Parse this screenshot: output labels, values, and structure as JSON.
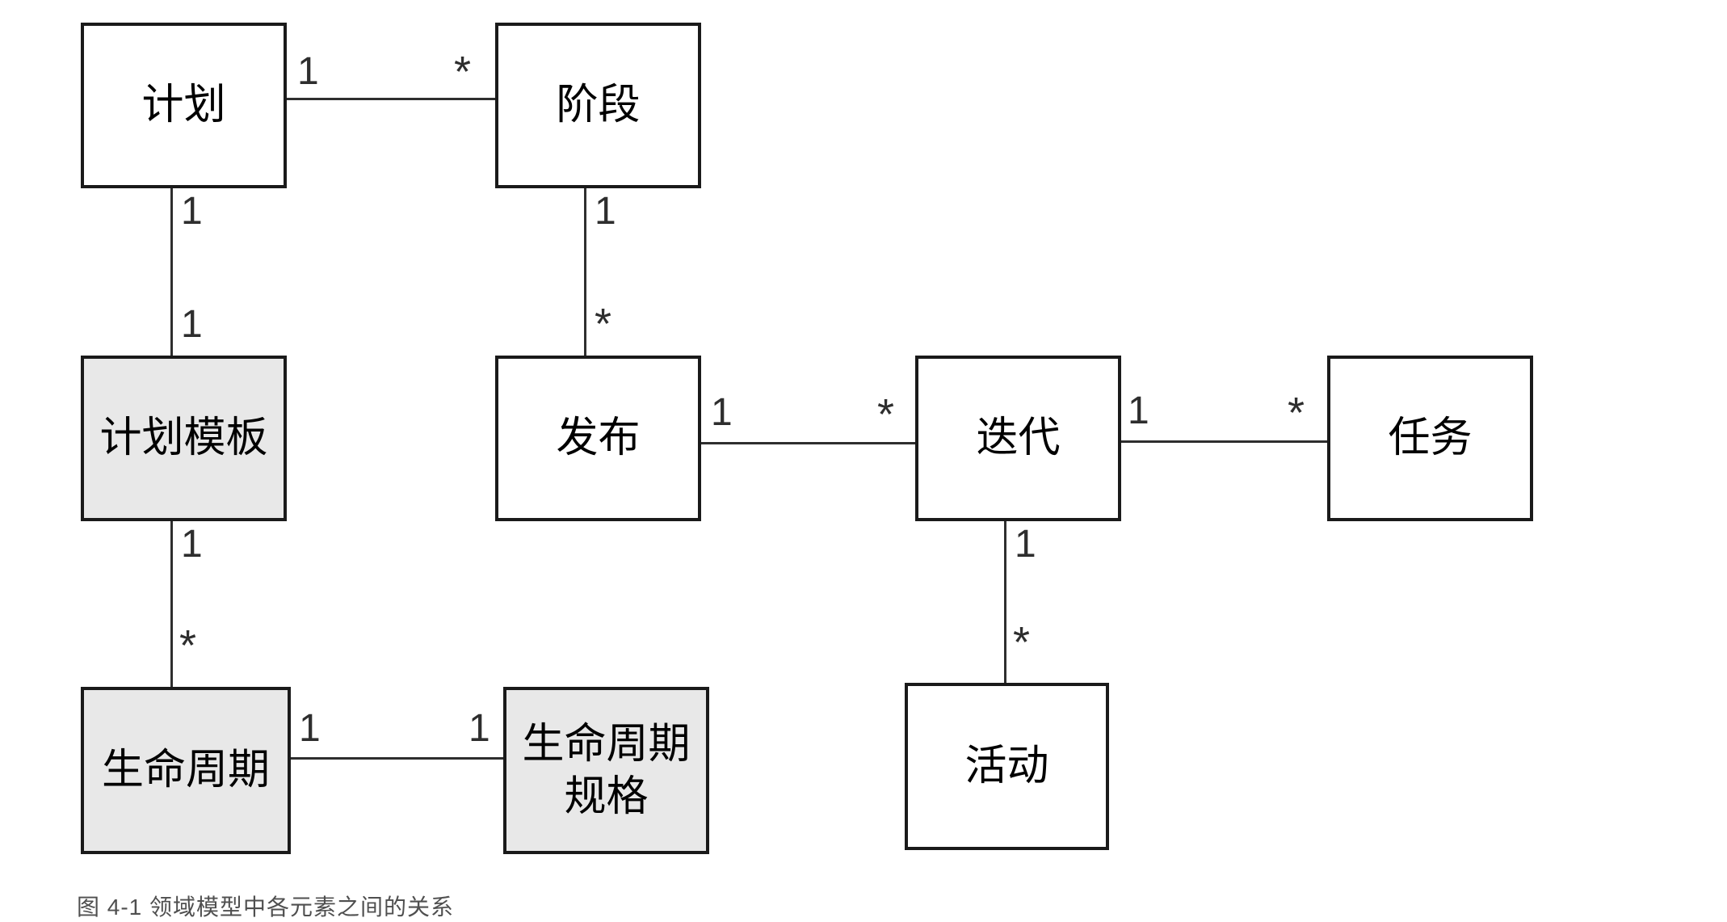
{
  "diagram": {
    "title": "domain-model-diagram",
    "colors": {
      "background": "#ffffff",
      "node_border": "#1a1a1a",
      "node_fill_white": "#ffffff",
      "node_fill_gray": "#e8e8e8",
      "line_color": "#2e2e2e",
      "caption_color": "#4f4f4f"
    },
    "nodes": [
      {
        "id": "plan",
        "label": "计划",
        "variant": "white"
      },
      {
        "id": "phase",
        "label": "阶段",
        "variant": "white"
      },
      {
        "id": "plan-template",
        "label": "计划模板",
        "variant": "gray"
      },
      {
        "id": "release",
        "label": "发布",
        "variant": "white"
      },
      {
        "id": "iteration",
        "label": "迭代",
        "variant": "white"
      },
      {
        "id": "task",
        "label": "任务",
        "variant": "white"
      },
      {
        "id": "lifecycle",
        "label": "生命周期",
        "variant": "gray"
      },
      {
        "id": "lifecycle-spec",
        "label": "生命周期规格",
        "variant": "gray"
      },
      {
        "id": "activity",
        "label": "活动",
        "variant": "white"
      }
    ],
    "associations": [
      {
        "from": "plan",
        "to": "phase",
        "from_mult": "1",
        "to_mult": "*",
        "orientation": "horizontal"
      },
      {
        "from": "plan",
        "to": "plan-template",
        "from_mult": "1",
        "to_mult": "1",
        "orientation": "vertical"
      },
      {
        "from": "phase",
        "to": "release",
        "from_mult": "1",
        "to_mult": "*",
        "orientation": "vertical"
      },
      {
        "from": "release",
        "to": "iteration",
        "from_mult": "1",
        "to_mult": "*",
        "orientation": "horizontal"
      },
      {
        "from": "iteration",
        "to": "task",
        "from_mult": "1",
        "to_mult": "*",
        "orientation": "horizontal"
      },
      {
        "from": "iteration",
        "to": "activity",
        "from_mult": "1",
        "to_mult": "*",
        "orientation": "vertical"
      },
      {
        "from": "plan-template",
        "to": "lifecycle",
        "from_mult": "1",
        "to_mult": "*",
        "orientation": "vertical"
      },
      {
        "from": "lifecycle",
        "to": "lifecycle-spec",
        "from_mult": "1",
        "to_mult": "1",
        "orientation": "horizontal"
      }
    ],
    "caption": "图 4-1 领域模型中各元素之间的关系"
  }
}
